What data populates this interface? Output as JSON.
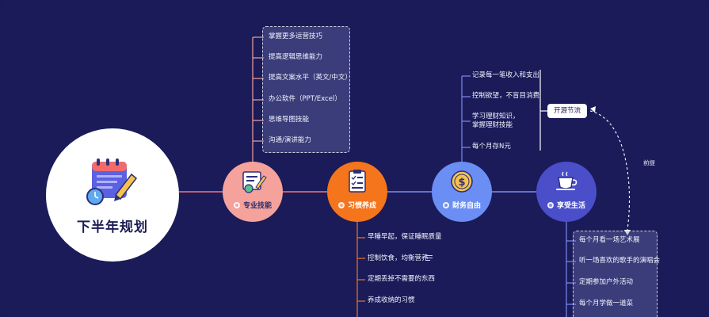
{
  "root": {
    "title": "下半年规划",
    "icon": "calendar-pencil-icon"
  },
  "branches": [
    {
      "label": "专业技能",
      "color": "#f4a29b",
      "icon": "certificate-pencil-icon",
      "items": [
        "掌握更多运营技巧",
        "提高逻辑思维能力",
        "提高文案水平（英文/中文）",
        "办公软件（PPT/Excel）",
        "思维导图技能",
        "沟通/演讲能力"
      ]
    },
    {
      "label": "习惯养成",
      "color": "#f5751c",
      "icon": "checklist-icon",
      "items": [
        "早睡早起，保证睡眠质量",
        "控制饮食，均衡营养",
        "定期丢掉不需要的东西",
        "养成收纳的习惯"
      ]
    },
    {
      "label": "财务自由",
      "color": "#6b8ef5",
      "icon": "dollar-coin-icon",
      "items": [
        "记录每一笔收入和支出",
        "控制欲望，不盲目消费",
        "学习理财知识，\n掌握理财技能",
        "每个月存N元"
      ],
      "summary": "开源节流"
    },
    {
      "label": "享受生活",
      "color": "#4a4ec9",
      "icon": "teacup-icon",
      "items": [
        "每个月看一场艺术展",
        "听一场喜欢的歌手的演唱会",
        "定期参加户外活动",
        "每个月学做一道菜"
      ]
    }
  ],
  "relation_label": "前提",
  "colors": {
    "background": "#1a1b58",
    "root": "#ffffff",
    "main_line": "#f36f6f",
    "line_blue": "#7f8cf0",
    "line_orange": "#f5751c"
  }
}
